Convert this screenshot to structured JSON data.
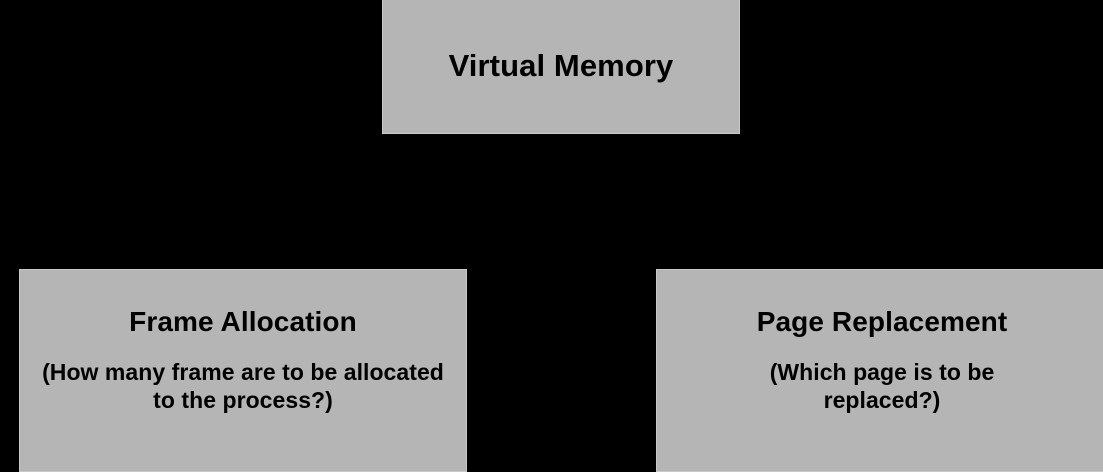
{
  "diagram": {
    "background_color": "#000000",
    "node_fill_color": "#b5b5b5",
    "node_border_color": "#c9c9c9",
    "text_color": "#000000",
    "root": {
      "id": "virtual-memory",
      "title": "Virtual Memory"
    },
    "children": [
      {
        "id": "frame-allocation",
        "title": "Frame Allocation",
        "subtitle": "(How many frame are to be allocated to the process?)"
      },
      {
        "id": "page-replacement",
        "title": "Page Replacement",
        "subtitle": "(Which page is to be replaced?)"
      }
    ]
  }
}
